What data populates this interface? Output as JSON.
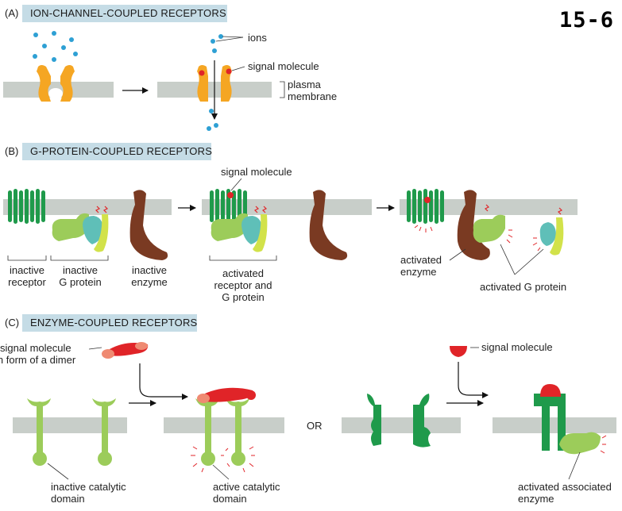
{
  "figure_number": "15-6",
  "panels": {
    "a": {
      "letter": "(A)",
      "title": "ION-CHANNEL-COUPLED RECEPTORS",
      "labels": {
        "ions": "ions",
        "signal_molecule": "signal molecule",
        "plasma": "plasma",
        "membrane": "membrane"
      }
    },
    "b": {
      "letter": "(B)",
      "title": "G-PROTEIN-COUPLED RECEPTORS",
      "labels": {
        "signal_molecule": "signal molecule",
        "inactive_receptor_1": "inactive",
        "inactive_receptor_2": "receptor",
        "inactive_gprotein_1": "inactive",
        "inactive_gprotein_2": "G protein",
        "inactive_enzyme_1": "inactive",
        "inactive_enzyme_2": "enzyme",
        "activated_rg_1": "activated",
        "activated_rg_2": "receptor and",
        "activated_rg_3": "G protein",
        "activated_enzyme_1": "activated",
        "activated_enzyme_2": "enzyme",
        "activated_gprotein": "activated G protein"
      }
    },
    "c": {
      "letter": "(C)",
      "title": "ENZYME-COUPLED RECEPTORS",
      "labels": {
        "dimer_1": "signal molecule",
        "dimer_2": "in form of a dimer",
        "signal_molecule": "signal molecule",
        "or": "OR",
        "inactive_cat_1": "inactive catalytic",
        "inactive_cat_2": "domain",
        "active_cat_1": "active catalytic",
        "active_cat_2": "domain",
        "assoc_1": "activated associated",
        "assoc_2": "enzyme"
      }
    }
  },
  "colors": {
    "membrane": "#c8cec9",
    "ion": "#2ea0d4",
    "channel": "#f5a623",
    "signal_red": "#e02428",
    "gpcr": "#1f9a4b",
    "g_light": "#9ccc5a",
    "g_teal": "#5fbfb8",
    "g_yellow": "#d2e24a",
    "enzyme": "#7a3a22",
    "salmon": "#ef8a72",
    "header": "#c5dce6"
  }
}
